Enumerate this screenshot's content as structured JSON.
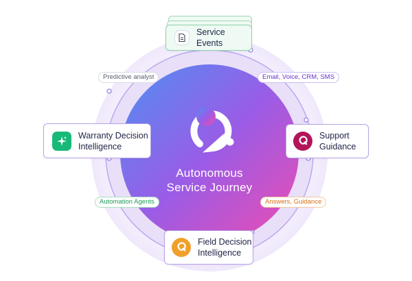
{
  "center": {
    "title_line1": "Autonomous",
    "title_line2": "Service Journey",
    "logo_icon": "pin-logo-icon"
  },
  "nodes": {
    "service_events": {
      "label": "Service Events",
      "icon": "document-icon"
    },
    "warranty": {
      "label_line1": "Warranty Decision",
      "label_line2": "Intelligence",
      "icon": "sparkle-icon",
      "icon_color": "#17b978"
    },
    "support": {
      "label_line1": "Support",
      "label_line2": "Guidance",
      "icon": "pin-logo-icon",
      "icon_color": "#b3145a"
    },
    "field": {
      "label_line1": "Field Decision",
      "label_line2": "Intelligence",
      "icon": "pin-logo-icon",
      "icon_color": "#f0a02a"
    }
  },
  "connectors": {
    "predictive": {
      "label": "Predictive analyst",
      "color": "#6b6f80"
    },
    "channels": {
      "label": "Email,  Voice, CRM, SMS",
      "color": "#6a34c9"
    },
    "automation": {
      "label": "Automation Agents",
      "color": "#1c9a57"
    },
    "answers": {
      "label": "Answers, Guidance",
      "color": "#d86e17"
    }
  },
  "colors": {
    "gradient_start": "#5b8def",
    "gradient_mid": "#9b5be6",
    "gradient_end": "#e94bb4",
    "outer_ring": "#f3f0fb",
    "mid_ring": "#e9def9",
    "track": "#a58ee8"
  }
}
